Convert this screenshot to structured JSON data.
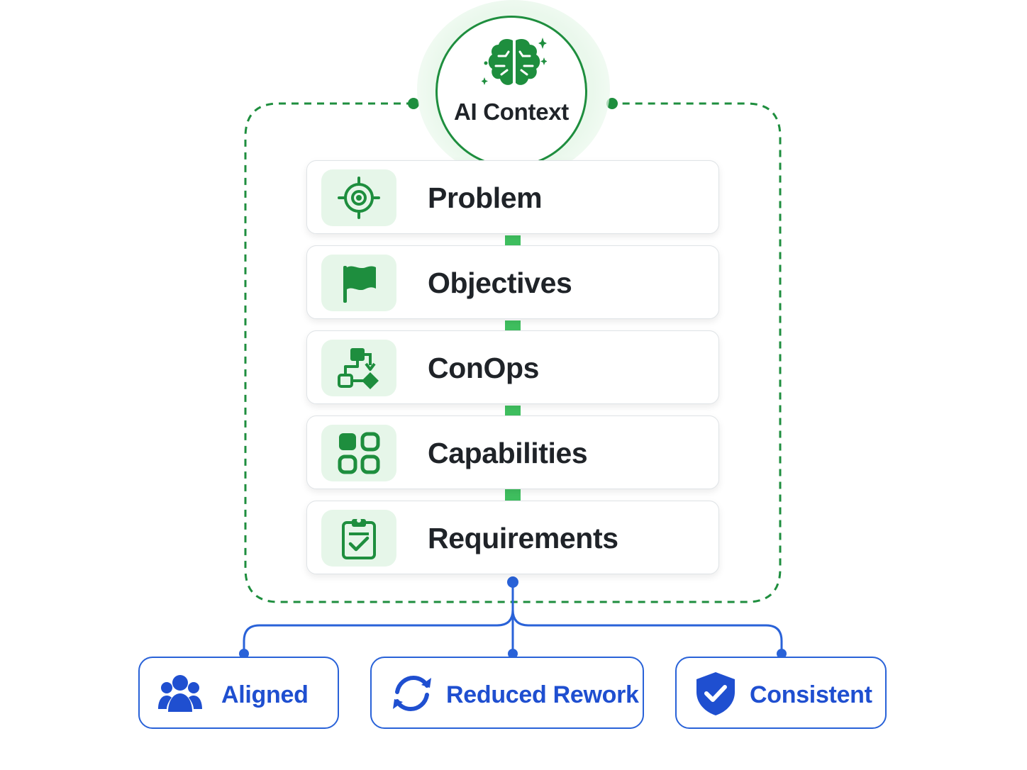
{
  "hub": {
    "label": "AI Context",
    "icon": "brain-sparkle-icon"
  },
  "layers": [
    {
      "label": "Problem",
      "icon": "target-icon"
    },
    {
      "label": "Objectives",
      "icon": "flag-icon"
    },
    {
      "label": "ConOps",
      "icon": "flowchart-icon"
    },
    {
      "label": "Capabilities",
      "icon": "grid-icon"
    },
    {
      "label": "Requirements",
      "icon": "clipboard-check-icon"
    }
  ],
  "outcomes": [
    {
      "label": "Aligned",
      "icon": "people-icon"
    },
    {
      "label": "Reduced Rework",
      "icon": "refresh-icon"
    },
    {
      "label": "Consistent",
      "icon": "shield-check-icon"
    }
  ],
  "colors": {
    "green_dark": "#1e8e3e",
    "green_accent": "#3fbf5f",
    "green_tint": "#e6f6e9",
    "blue": "#2962d8",
    "blue_text": "#1f4fd0",
    "text_dark": "#1f2328"
  }
}
